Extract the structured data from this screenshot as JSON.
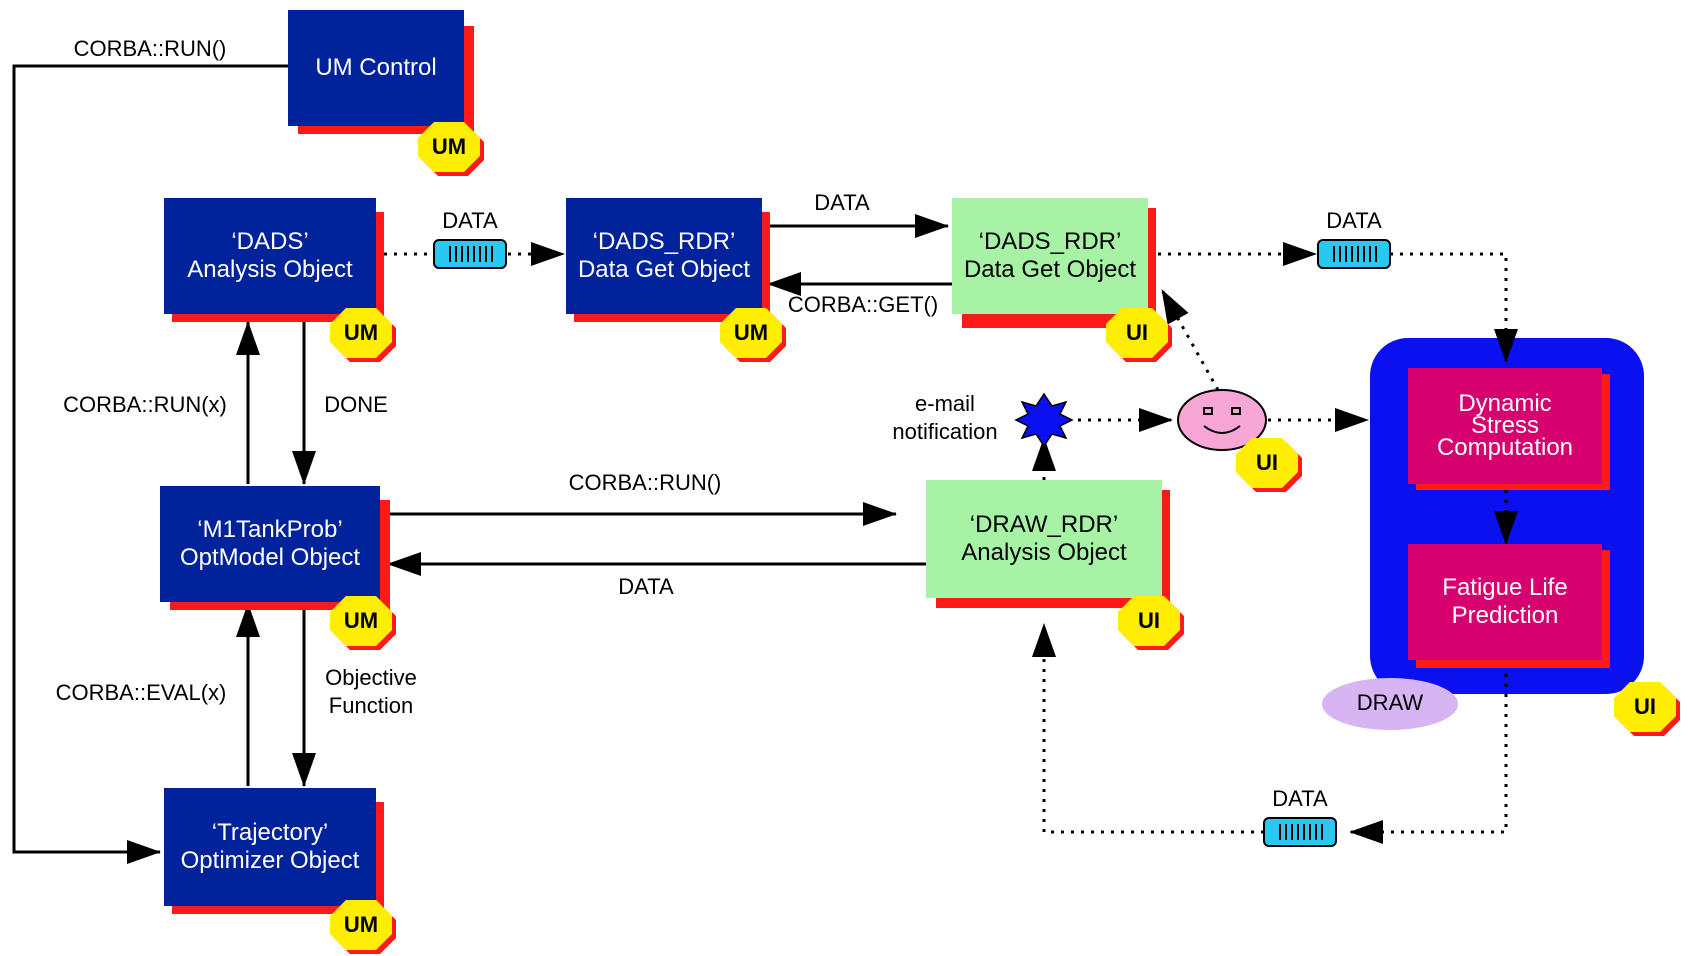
{
  "colors": {
    "object_box": "#00229a",
    "reader_box": "#a6f3a6",
    "draw_container": "#0a10f0",
    "draw_box": "#d6006e",
    "shadow": "#ff1a1a",
    "badge": "#ffee00",
    "queue": "#28c8f0",
    "draw_ellipse": "#d7b4f2",
    "smiley": "#f7a6d6",
    "burst": "#0a10f0"
  },
  "boxes": {
    "um_control": "UM Control",
    "dads": "‘DADS’\nAnalysis Object",
    "dads_rdr_um": "‘DADS_RDR’\nData Get Object",
    "dads_rdr_ui": "‘DADS_RDR’\nData Get Object",
    "m1tankprob": "‘M1TankProb’\nOptModel Object",
    "draw_rdr": "‘DRAW_RDR’\nAnalysis Object",
    "trajectory": "‘Trajectory’\nOptimizer Object",
    "dynamic_stress": "Dynamic\nStress\nComputation",
    "fatigue": "Fatigue Life\nPrediction",
    "draw": "DRAW"
  },
  "badges": {
    "um": "UM",
    "ui": "UI"
  },
  "labels": {
    "corba_run_top": "CORBA::RUN()",
    "data_dads": "DATA",
    "data_top": "DATA",
    "corba_get": "CORBA::GET()",
    "data_right": "DATA",
    "corba_run_x": "CORBA::RUN(x)",
    "done": "DONE",
    "email": "e-mail\nnotification",
    "corba_run_mid": "CORBA::RUN()",
    "data_mid": "DATA",
    "corba_eval": "CORBA::EVAL(x)",
    "objective": "Objective\nFunction",
    "data_bottom": "DATA"
  }
}
